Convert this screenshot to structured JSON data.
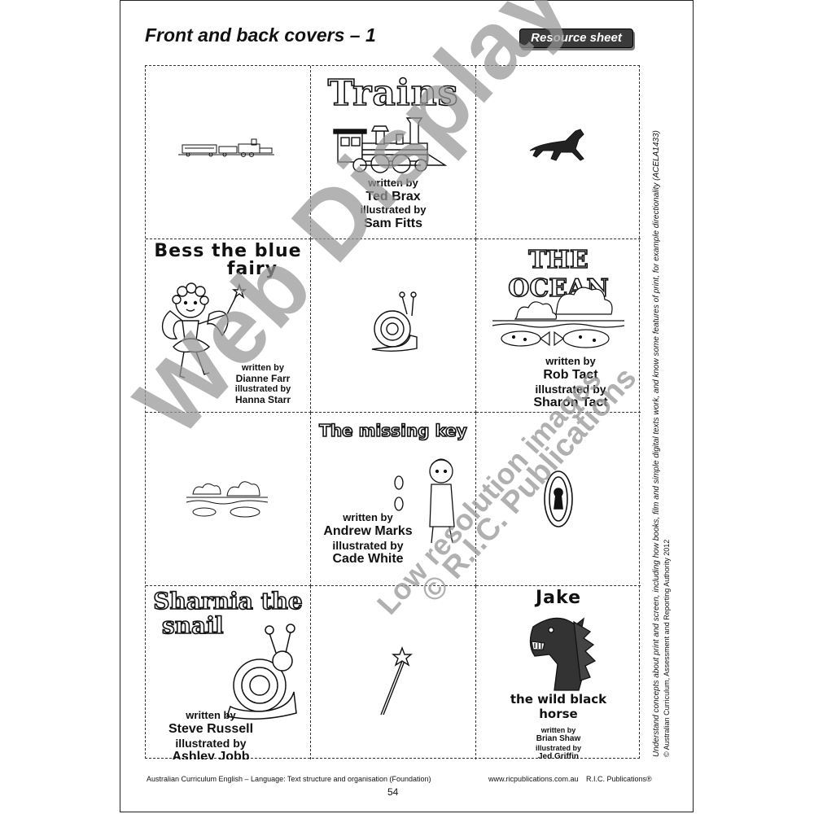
{
  "header": {
    "title": "Front and back covers – 1",
    "badge": "Resource sheet"
  },
  "covers": {
    "trains": {
      "title": "Trains",
      "written_by": "written by",
      "author": "Ted Brax",
      "illustrated_by": "illustrated by",
      "illustrator": "Sam Fitts"
    },
    "bess": {
      "title_line1": "Bess the blue",
      "title_line2": "fairy",
      "written_by": "written by",
      "author": "Dianne Farr",
      "illustrated_by": "illustrated by",
      "illustrator": "Hanna Starr"
    },
    "ocean": {
      "title": "THE OCEAN",
      "written_by": "written by",
      "author": "Rob Tact",
      "illustrated_by": "illustrated by",
      "illustrator": "Sharon Tact"
    },
    "key": {
      "title": "The missing key",
      "written_by": "written by",
      "author": "Andrew Marks",
      "illustrated_by": "illustrated by",
      "illustrator": "Cade White"
    },
    "sharnia": {
      "title_line1": "Sharnia the",
      "title_line2": "snail",
      "written_by": "written by",
      "author": "Steve Russell",
      "illustrated_by": "illustrated by",
      "illustrator": "Ashley Jobb"
    },
    "jake": {
      "title": "Jake",
      "subtitle_line1": "the wild black",
      "subtitle_line2": "horse",
      "written_by": "written by",
      "author": "Brian Shaw",
      "illustrated_by": "illustrated by",
      "illustrator": "Jed Griffin"
    }
  },
  "side_note": {
    "line1": "Understand concepts about print and screen, including how books, film and simple digital texts work, and know some features of print, for example directionality (ACELA1433)",
    "line2": "© Australian Curriculum, Assessment and Reporting Authority 2012"
  },
  "footer": {
    "left": "Australian Curriculum English – Language: Text structure and organisation (Foundation)",
    "url": "www.ricpublications.com.au",
    "publisher": "R.I.C. Publications®",
    "page_number": "54"
  },
  "watermark": {
    "main": "Web Display Copy",
    "line2": "Low resolution images",
    "line3": "© R.I.C. Publications"
  }
}
